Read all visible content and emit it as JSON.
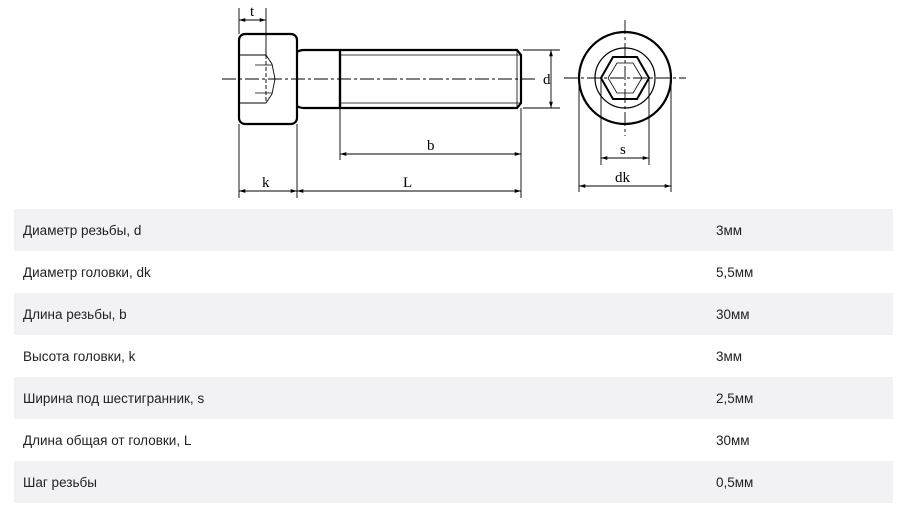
{
  "drawing": {
    "labels": {
      "t": "t",
      "d": "d",
      "b": "b",
      "k": "k",
      "L": "L",
      "s": "s",
      "dk": "dk"
    }
  },
  "table": {
    "rows": [
      {
        "param": "Диаметр резьбы, d",
        "value": "3мм"
      },
      {
        "param": "Диаметр головки, dk",
        "value": "5,5мм"
      },
      {
        "param": "Длина резьбы, b",
        "value": "30мм"
      },
      {
        "param": "Высота головки, k",
        "value": "3мм"
      },
      {
        "param": "Ширина под шестигранник, s",
        "value": "2,5мм"
      },
      {
        "param": "Длина общая от головки, L",
        "value": "30мм"
      },
      {
        "param": "Шаг резьбы",
        "value": "0,5мм"
      }
    ]
  }
}
